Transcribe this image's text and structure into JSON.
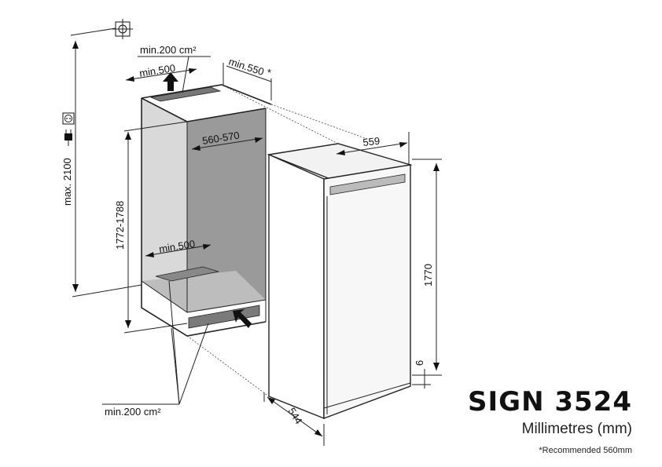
{
  "labels": {
    "top_vent_area": "min.200 cm²",
    "top_depth": "min.500",
    "top_width": "min.550",
    "top_width_mark": "*",
    "max_height": "max. 2100",
    "niche_height": "1772-1788",
    "niche_width": "560-570",
    "bottom_depth": "min.500",
    "bottom_vent_area": "min.200 cm²",
    "appliance_width": "559",
    "appliance_height": "1770",
    "plinth_gap": "6",
    "appliance_depth": "544"
  },
  "icons": [
    "socket-icon",
    "plug-icon",
    "earth-terminal-icon"
  ],
  "title": {
    "model": "SIGN 3524",
    "units": "Millimetres (mm)",
    "footnote": "*Recommended 560mm"
  }
}
